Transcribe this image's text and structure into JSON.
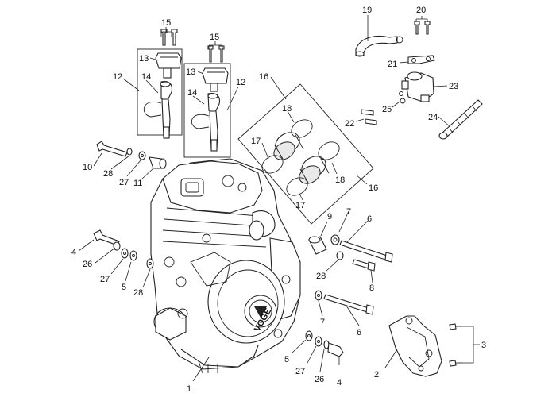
{
  "callouts": [
    {
      "id": "c15a",
      "text": "15"
    },
    {
      "id": "c15b",
      "text": "15"
    },
    {
      "id": "c13a",
      "text": "13"
    },
    {
      "id": "c13b",
      "text": "13"
    },
    {
      "id": "c12a",
      "text": "12"
    },
    {
      "id": "c12b",
      "text": "12"
    },
    {
      "id": "c14a",
      "text": "14"
    },
    {
      "id": "c14b",
      "text": "14"
    },
    {
      "id": "c16a",
      "text": "16"
    },
    {
      "id": "c16b",
      "text": "16"
    },
    {
      "id": "c18a",
      "text": "18"
    },
    {
      "id": "c18b",
      "text": "18"
    },
    {
      "id": "c17a",
      "text": "17"
    },
    {
      "id": "c17b",
      "text": "17"
    },
    {
      "id": "c19",
      "text": "19"
    },
    {
      "id": "c20",
      "text": "20"
    },
    {
      "id": "c21",
      "text": "21"
    },
    {
      "id": "c23",
      "text": "23"
    },
    {
      "id": "c25",
      "text": "25"
    },
    {
      "id": "c22",
      "text": "22"
    },
    {
      "id": "c24",
      "text": "24"
    },
    {
      "id": "c10",
      "text": "10"
    },
    {
      "id": "c28a",
      "text": "28"
    },
    {
      "id": "c27a",
      "text": "27"
    },
    {
      "id": "c11",
      "text": "11"
    },
    {
      "id": "c9",
      "text": "9"
    },
    {
      "id": "c7a",
      "text": "7"
    },
    {
      "id": "c6a",
      "text": "6"
    },
    {
      "id": "c4a",
      "text": "4"
    },
    {
      "id": "c26a",
      "text": "26"
    },
    {
      "id": "c27b",
      "text": "27"
    },
    {
      "id": "c5a",
      "text": "5"
    },
    {
      "id": "c28b",
      "text": "28"
    },
    {
      "id": "c28c",
      "text": "28"
    },
    {
      "id": "c8",
      "text": "8"
    },
    {
      "id": "c7b",
      "text": "7"
    },
    {
      "id": "c6b",
      "text": "6"
    },
    {
      "id": "c3",
      "text": "3"
    },
    {
      "id": "c5b",
      "text": "5"
    },
    {
      "id": "c27c",
      "text": "27"
    },
    {
      "id": "c26b",
      "text": "26"
    },
    {
      "id": "c4b",
      "text": "4"
    },
    {
      "id": "c2",
      "text": "2"
    },
    {
      "id": "c1",
      "text": "1"
    }
  ],
  "engine_badge": "VOGE"
}
